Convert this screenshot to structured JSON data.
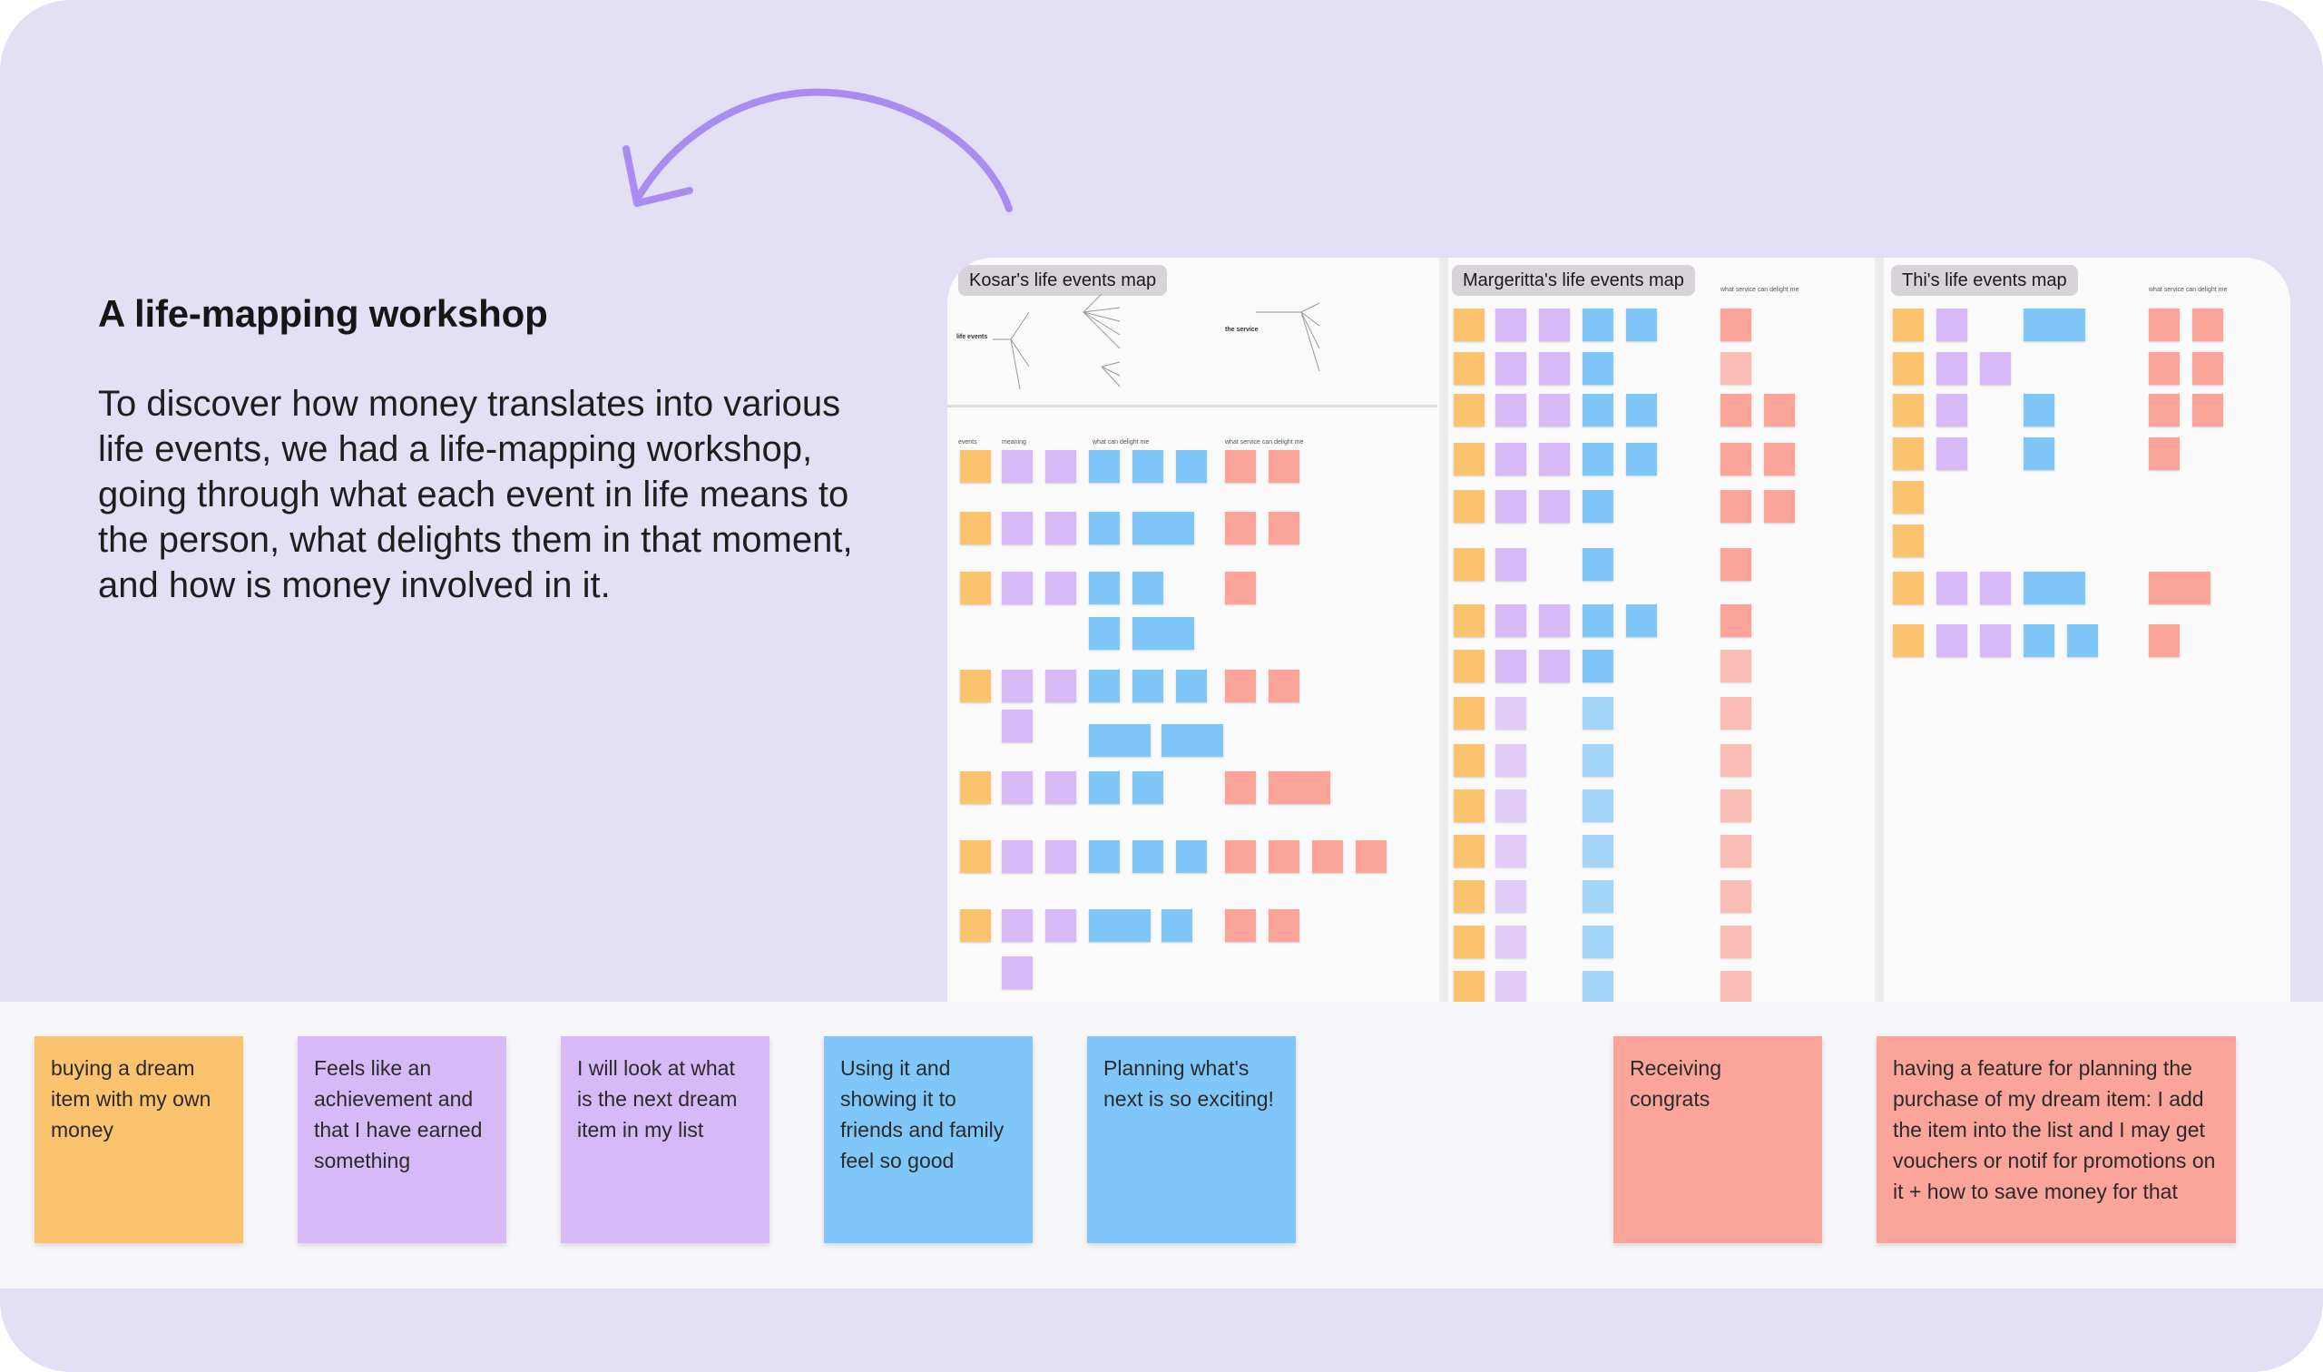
{
  "title": "A life-mapping workshop",
  "description": "To discover how money translates into various life events, we had a life-mapping workshop, going through what each event in life means to the person, what delights them in that moment, and how is money involved in it.",
  "maps": [
    {
      "label": "Kosar's life events map"
    },
    {
      "label": "Margeritta's life events map",
      "subheader": "what service can delight me"
    },
    {
      "label": "Thi's life events map",
      "subheader": "what service can delight me"
    }
  ],
  "kosar": {
    "mindmap_root": "life events",
    "mindmap_service": "the service",
    "headers": [
      "events",
      "meaning",
      "what can delight me",
      "what service can delight me"
    ]
  },
  "colors": {
    "background": "#e3e0f6",
    "orange": "#fcc36f",
    "purple": "#d7b9f8",
    "blue": "#80c7f9",
    "salmon": "#fba59a",
    "arrow": "#a98cf0"
  },
  "stickies": [
    {
      "text": "buying a dream item with my own money",
      "color": "orange"
    },
    {
      "text": "Feels like an achievement and that I have earned something",
      "color": "purple"
    },
    {
      "text": "I will look at what is the next dream item in my list",
      "color": "purple"
    },
    {
      "text": "Using it and showing it to friends and family feel so good",
      "color": "blue"
    },
    {
      "text": "Planning what's next is so exciting!",
      "color": "blue"
    },
    {
      "text": "Receiving congrats",
      "color": "salmon"
    },
    {
      "text": "having a feature for planning the purchase of my dream item: I add the item into the list and I may get vouchers or notif for promotions on it + how to save money for that",
      "color": "salmon"
    }
  ]
}
